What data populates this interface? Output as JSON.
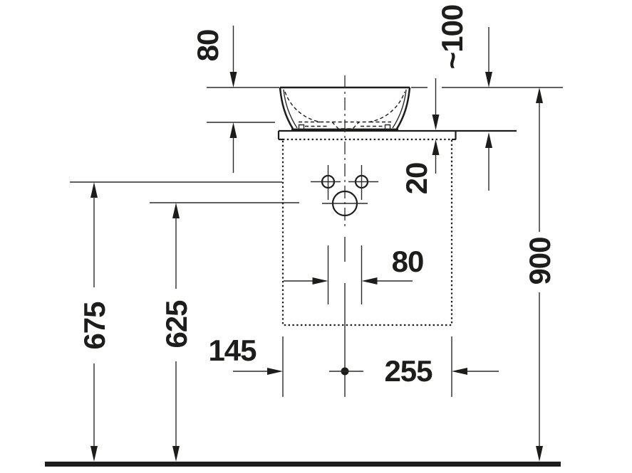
{
  "drawing": {
    "type": "technical-installation-drawing",
    "subject": "countertop washbasin on vanity unit, front elevation with mounting dimensions",
    "units": "mm",
    "colors": {
      "line": "#1d1d1b",
      "background": "#ffffff"
    },
    "dims": {
      "basin_body_height": "80",
      "rim_above_counter": "~100",
      "counter_thickness": "20",
      "hole_spacing": "80",
      "floor_to_holes": "675",
      "floor_to_drain": "625",
      "offset_left": "145",
      "offset_right": "255",
      "floor_to_rim": "900"
    }
  }
}
